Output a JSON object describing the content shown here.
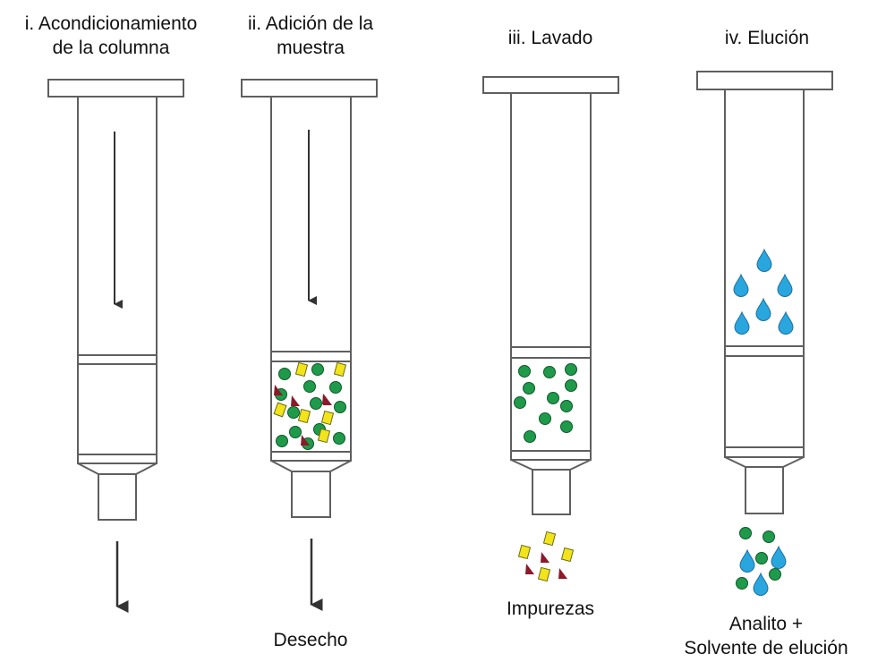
{
  "steps": [
    {
      "title_line1": "i. Acondicionamiento",
      "title_line2": "de la columna",
      "bottom_line1": "",
      "bottom_line2": ""
    },
    {
      "title_line1": "ii. Adición de la",
      "title_line2": "muestra",
      "bottom_line1": "Desecho",
      "bottom_line2": ""
    },
    {
      "title_line1": "iii. Lavado",
      "title_line2": "",
      "bottom_line1": "Impurezas",
      "bottom_line2": ""
    },
    {
      "title_line1": "iv. Elución",
      "title_line2": "",
      "bottom_line1": "Analito +",
      "bottom_line2": "Solvente de elución"
    }
  ],
  "colors": {
    "outline": "#5f5f5f",
    "arrow": "#333333",
    "analyte_green": "#1f9a4a",
    "impurity_yellow": "#f2e41a",
    "impurity_red": "#8b1a2a",
    "solvent_blue": "#2aa6df"
  },
  "icons": [
    "down-arrow-icon",
    "analyte-particle-icon",
    "impurity-square-icon",
    "impurity-triangle-icon",
    "solvent-drop-icon"
  ]
}
